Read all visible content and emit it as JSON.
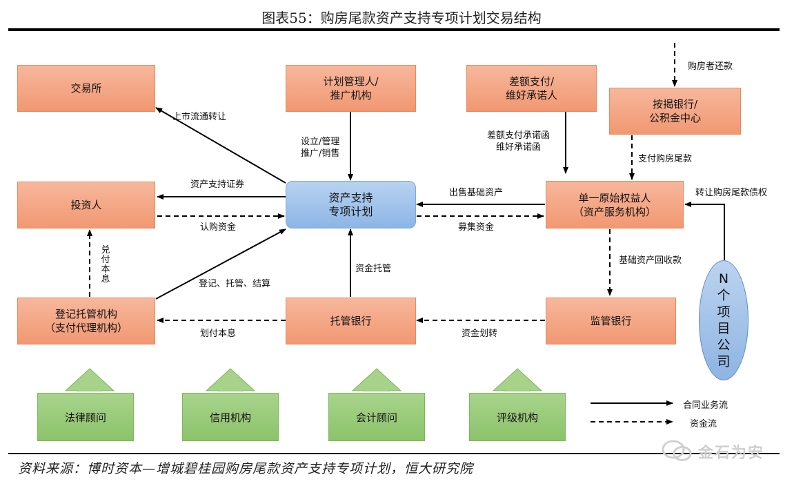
{
  "title": "图表55：购房尾款资产支持专项计划交易结构",
  "boxes": {
    "exchange": "交易所",
    "planner": "计划管理人/\n推广机构",
    "guarantor": "差额支付/\n维好承诺人",
    "mortgage_bank": "按揭银行/\n公积金中心",
    "investor": "投资人",
    "abs_plan": "资产支持\n专项计划",
    "originator": "单一原始权益人\n（资产服务机构）",
    "registrar": "登记托管机构\n（支付代理机构）",
    "custodian_bank": "托管银行",
    "supervisor_bank": "监管银行",
    "project_companies": "N个项目公司"
  },
  "edge_labels": {
    "homebuyer_repay": "购房者还款",
    "listing": "上市流通转让",
    "setup": "设立/管理\n推广/销售",
    "guarantee_letters": "差额支付承诺函\n维好承诺函",
    "pay_tail": "支付购房尾款",
    "abs_securities": "资产支持证券",
    "subscribe": "认购资金",
    "sell_assets": "出售基础资产",
    "raise_funds": "募集资金",
    "transfer_claims": "转让购房尾款债权",
    "redeem": "兑付本息",
    "registration": "登记、托管、结算",
    "fund_custody": "资金托管",
    "collection": "基础资产回收款",
    "pay_principal": "划付本息",
    "fund_transfer": "资金划转"
  },
  "advisors": [
    "法律顾问",
    "信用机构",
    "会计顾问",
    "评级机构"
  ],
  "legend": {
    "solid": "合同业务流",
    "dashed": "资金流"
  },
  "source": "资料来源：博时资本—增城碧桂园购房尾款资产支持专项计划，恒大研究院",
  "watermark": "金石为安",
  "colors": {
    "box_orange": "#f19872",
    "center_blue": "#8cb5e6",
    "advisor_green": "#8cc36a"
  }
}
